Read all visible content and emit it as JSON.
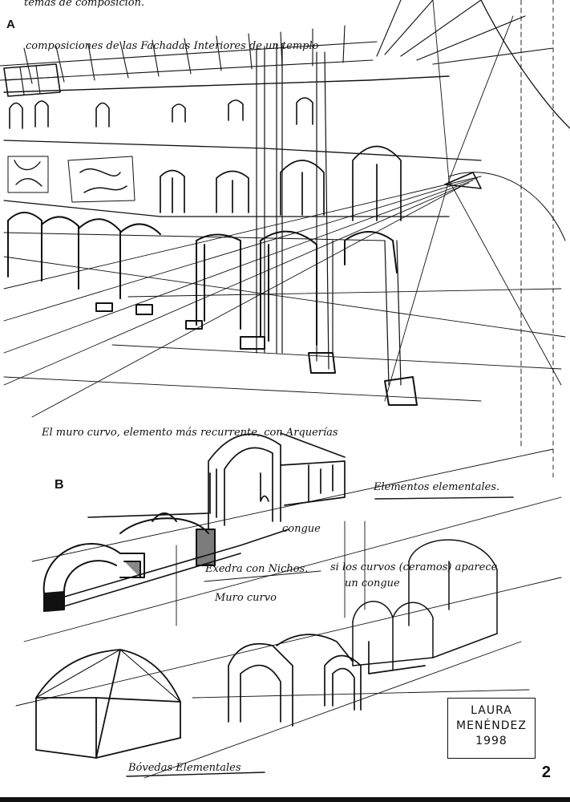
{
  "header": {
    "top_scribble": "temas de composición.",
    "panel_a_letter": "A",
    "panel_a_caption": "composiciones de las Fachadas Interiores de un templo"
  },
  "panel_b": {
    "intro": "El muro curvo, elemento más recurrente, con Arquerías",
    "letter": "B",
    "label_elements": "Elementos elementales.",
    "label_congue": "congue",
    "label_exedra": "Exedra con Nichos.",
    "label_muro": "Muro curvo",
    "label_note_1": "si los curvos (ceramos) aparece",
    "label_note_2": "un congue",
    "label_bottom": "Bóvedas Elementales"
  },
  "signature": {
    "name_line_1": "LAURA",
    "name_line_2": "MENÉNDEZ",
    "year": "1998"
  },
  "page_number": "2",
  "colors": {
    "ink": "#111111",
    "paper": "#ffffff"
  }
}
